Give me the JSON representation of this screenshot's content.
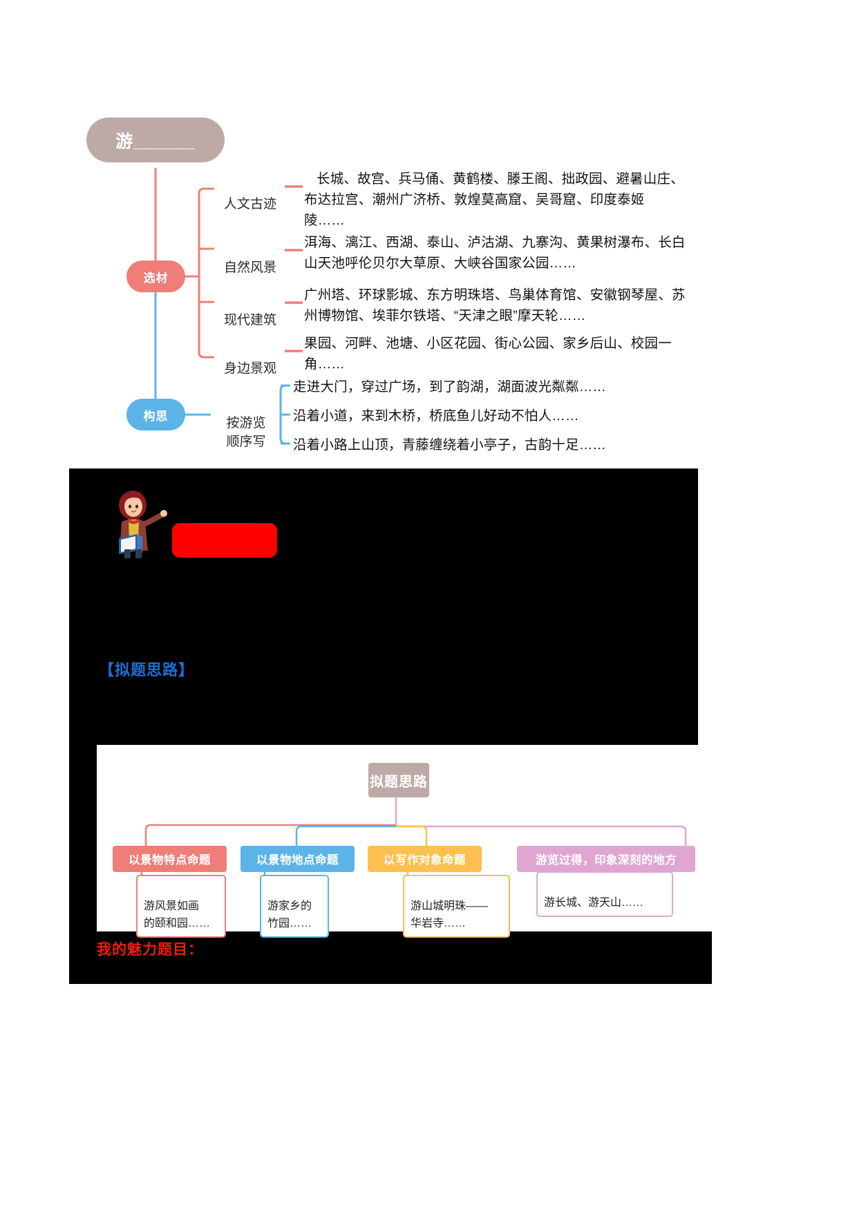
{
  "top_mindmap": {
    "root": "游______",
    "branches": [
      {
        "name": "选材",
        "color": "#ef7d78",
        "items": [
          {
            "label": "人文古迹",
            "text": "长城、故宫、兵马俑、黄鹤楼、滕王阁、拙政园、避暑山庄、布达拉宫、潮州广济桥、敦煌莫高窟、吴哥窟、印度泰姬陵……"
          },
          {
            "label": "自然风景",
            "text": "洱海、漓江、西湖、泰山、泸沽湖、九寨沟、黄果树瀑布、长白山天池呼伦贝尔大草原、大峡谷国家公园……"
          },
          {
            "label": "现代建筑",
            "text": "广州塔、环球影城、东方明珠塔、鸟巢体育馆、安徽钢琴屋、苏州博物馆、埃菲尔铁塔、“天津之眼”摩天轮……"
          },
          {
            "label": "身边景观",
            "text": "果园、河畔、池塘、小区花园、街心公园、家乡后山、校园一角……"
          }
        ]
      },
      {
        "name": "构思",
        "color": "#5cb3e8",
        "sub_label": "按游览\n顺序写",
        "lines": [
          "走进大门，穿过广场，到了韵湖，湖面波光粼粼……",
          "沿着小道，来到木桥，桥底鱼儿好动不怕人……",
          "沿着小路上山顶，青藤缠绕着小亭子，古韵十足……"
        ]
      }
    ]
  },
  "section_heading": "【拟题思路】",
  "bottom_mindmap": {
    "root": "拟题思路",
    "root_color": "#bdaaa6",
    "categories": [
      {
        "label": "以景物特点命题",
        "color": "#ef7d78",
        "leaf": "游风景如画\n的颐和园……"
      },
      {
        "label": "以景物地点命题",
        "color": "#5cb3e8",
        "leaf": "游家乡的\n竹园……"
      },
      {
        "label": "以写作对象命题",
        "color": "#fbc košulj"
      }
    ]
  },
  "bottom_categories": [
    {
      "label": "以景物特点命题",
      "color": "#ef7d78",
      "leaf": "游风景如画\n的颐和园……"
    },
    {
      "label": "以景物地点命题",
      "color": "#5cb3e8",
      "leaf": "游家乡的\n竹园……"
    },
    {
      "label": "以写作对象命题",
      "color": "#fbc04f",
      "leaf": "游山城明珠——\n华岩寺……"
    },
    {
      "label": "游览过得，印象深刻的地方",
      "color": "#e0a6d2",
      "leaf": "游长城、游天山……"
    }
  ],
  "footer_heading": "我的魅力题目："
}
